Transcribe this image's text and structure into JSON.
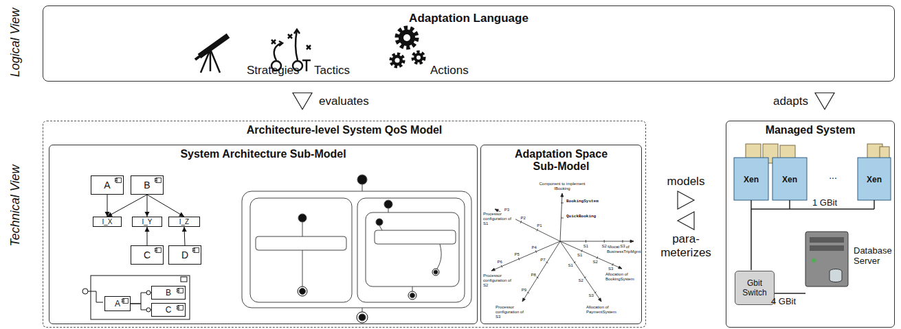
{
  "diagram": {
    "nodes": [
      {
        "text": [
          "Adaptation Language",
          "Strategies",
          "Tactics",
          "Actions"
        ]
      },
      {
        "text": [
          "Architecture-level System QoS Model"
        ]
      },
      {
        "text": [
          "System Architecture Sub-Model"
        ],
        "in": 1
      },
      {
        "text": [
          "Adaptation Space Sub-Model"
        ],
        "in": 1
      },
      {
        "text": [
          "Managed System"
        ]
      },
      {
        "text": [
          "A"
        ],
        "in": 2
      },
      {
        "text": [
          "B"
        ],
        "in": 2
      },
      {
        "text": [
          "I_X"
        ],
        "in": 2
      },
      {
        "text": [
          "I_Y"
        ],
        "in": 2
      },
      {
        "text": [
          "I_Z"
        ],
        "in": 2
      },
      {
        "text": [
          "C"
        ],
        "in": 2
      },
      {
        "text": [
          "D"
        ],
        "in": 2
      },
      {
        "text": [
          "A"
        ],
        "in": 2
      },
      {
        "text": [
          "B"
        ],
        "in": 2
      },
      {
        "text": [
          "C"
        ],
        "in": 2
      },
      {
        "text": [
          "Gbit Switch"
        ],
        "in": 4
      }
    ],
    "edges": [
      {
        "from": 0,
        "to": 1,
        "arrow": "to",
        "label": "evaluates"
      },
      {
        "from": 0,
        "to": 4,
        "arrow": "to",
        "label": "adapts"
      },
      {
        "from": 1,
        "to": 4,
        "arrow": "to",
        "label": "models"
      },
      {
        "from": 4,
        "to": 1,
        "arrow": "to",
        "label": "para- meterizes"
      },
      {
        "from": 5,
        "to": 7,
        "arrow": "to"
      },
      {
        "from": 6,
        "to": 7,
        "arrow": "to"
      },
      {
        "from": 6,
        "to": 8,
        "arrow": "to"
      },
      {
        "from": 6,
        "to": 9,
        "arrow": "to"
      },
      {
        "from": 10,
        "to": 8,
        "arrow": "to"
      },
      {
        "from": 11,
        "to": 9,
        "arrow": "to"
      },
      {
        "from": 12,
        "to": 13,
        "arrow": "none"
      },
      {
        "from": 12,
        "to": 14,
        "arrow": "none"
      }
    ],
    "labels": [
      "Logical View",
      "Technical View",
      "Xen",
      "Xen",
      "Xen",
      "...",
      "1 GBit",
      "Database Server",
      "4 GBit",
      "Component to implement IBooking",
      "BookingSystem",
      "QuickBooking",
      "Allocation of BusinessTripMgmt",
      "Allocation of BookingSystem",
      "Allocation of PaymentSystem",
      "Processor configuration of S1",
      "Processor configuration of S2",
      "Processor configuration of S3",
      "S1",
      "S2",
      "S3",
      "S1",
      "S2",
      "S3",
      "S1",
      "S2",
      "S3",
      "P1",
      "P2",
      "P3",
      "P4",
      "P5",
      "P6",
      "P7",
      "P8",
      "P9"
    ]
  }
}
